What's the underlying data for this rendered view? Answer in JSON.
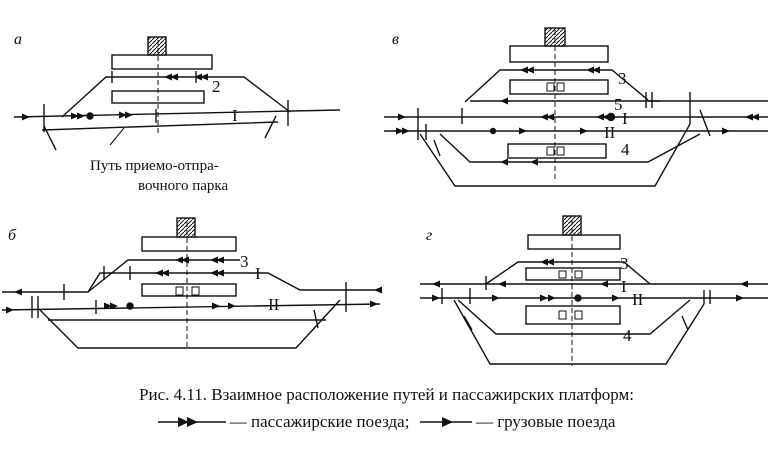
{
  "panels": {
    "a": {
      "letter": "а",
      "track_labels": [
        "2",
        "I"
      ],
      "note_line1": "Путь приемо-отпра-",
      "note_line2": "вочного парка"
    },
    "b": {
      "letter": "б",
      "track_labels": [
        "3",
        "I",
        "II"
      ]
    },
    "v": {
      "letter": "в",
      "track_labels": [
        "3",
        "5",
        "I",
        "II",
        "4"
      ]
    },
    "g": {
      "letter": "г",
      "track_labels": [
        "3",
        "I",
        "II",
        "4"
      ]
    }
  },
  "caption": "Рис. 4.11. Взаимное расположение путей и пассажирских платформ:",
  "legend": {
    "passenger_text": "— пассажирские поезда;",
    "freight_text": "— грузовые поезда",
    "passenger_icon": "double-arrow-icon",
    "freight_icon": "single-arrow-icon"
  }
}
